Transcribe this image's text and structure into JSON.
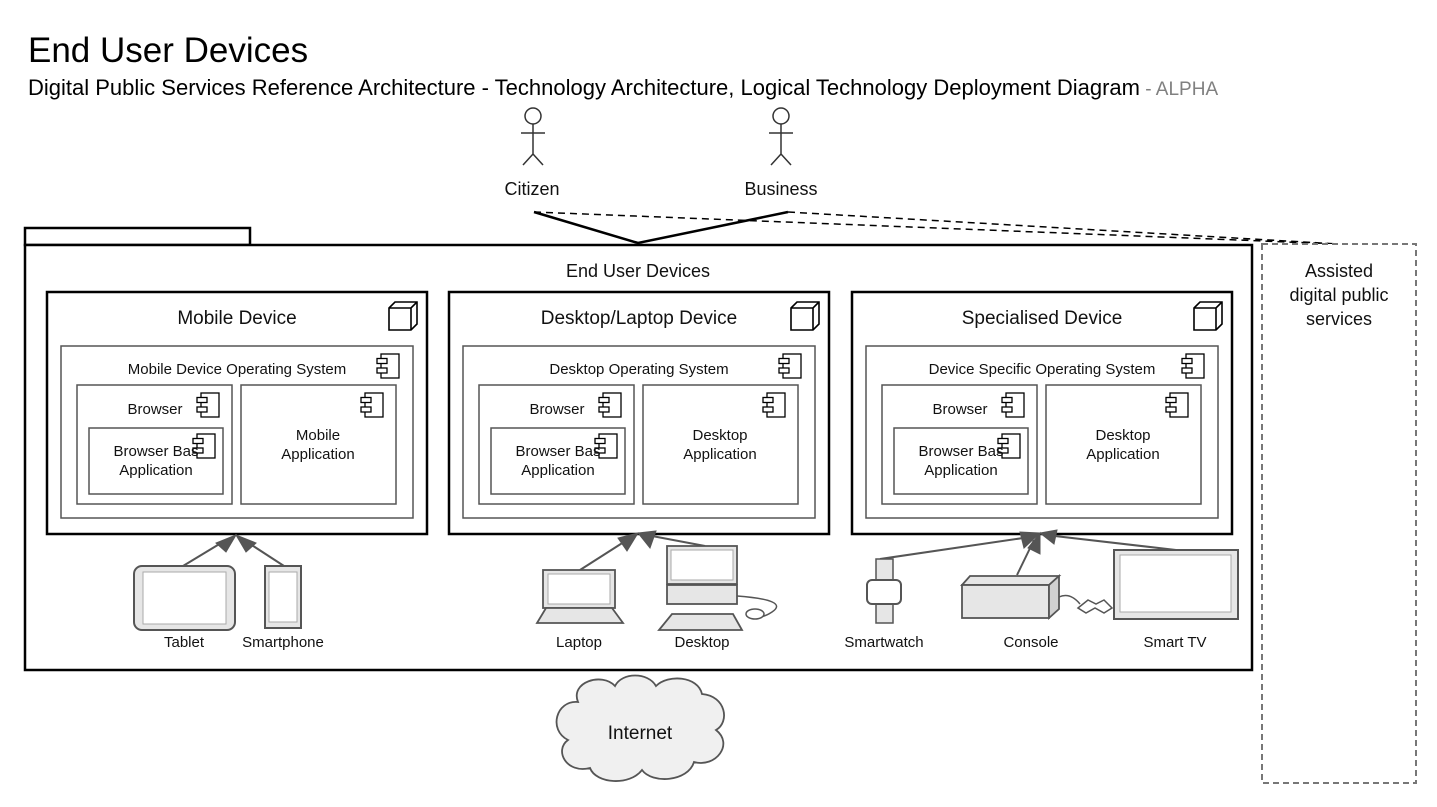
{
  "header": {
    "title": "End User Devices",
    "subtitle": "Digital Public Services Reference Architecture - Technology Architecture, Logical Technology Deployment  Diagram",
    "status_badge": " - ALPHA"
  },
  "actors": {
    "citizen": "Citizen",
    "business": "Business"
  },
  "groups": {
    "end_user_devices": "End User Devices",
    "assisted_services": [
      "Assisted",
      "digital public",
      "services"
    ]
  },
  "nodes": {
    "mobile": {
      "title": "Mobile Device",
      "os": "Mobile Device Operating System",
      "browser": "Browser",
      "browser_app": [
        "Browser Bas",
        "Application"
      ],
      "app": [
        "Mobile",
        "Application"
      ]
    },
    "desktop": {
      "title": "Desktop/Laptop Device",
      "os": "Desktop Operating System",
      "browser": "Browser",
      "browser_app": [
        "Browser Bas",
        "Application"
      ],
      "app": [
        "Desktop",
        "Application"
      ]
    },
    "specialised": {
      "title": "Specialised Device",
      "os": "Device Specific Operating System",
      "browser": "Browser",
      "browser_app": [
        "Browser Bas",
        "Application"
      ],
      "app": [
        "Desktop",
        "Application"
      ]
    }
  },
  "devices": {
    "tablet": "Tablet",
    "smartphone": "Smartphone",
    "laptop": "Laptop",
    "desktop": "Desktop",
    "smartwatch": "Smartwatch",
    "console": "Console",
    "smart_tv": "Smart TV"
  },
  "cloud": {
    "internet": "Internet"
  },
  "colors": {
    "line": "#000000",
    "connector": "#555555",
    "device_fill": "#e6e6e6",
    "device_stroke": "#555555",
    "cloud_fill": "#f0f0f0"
  }
}
